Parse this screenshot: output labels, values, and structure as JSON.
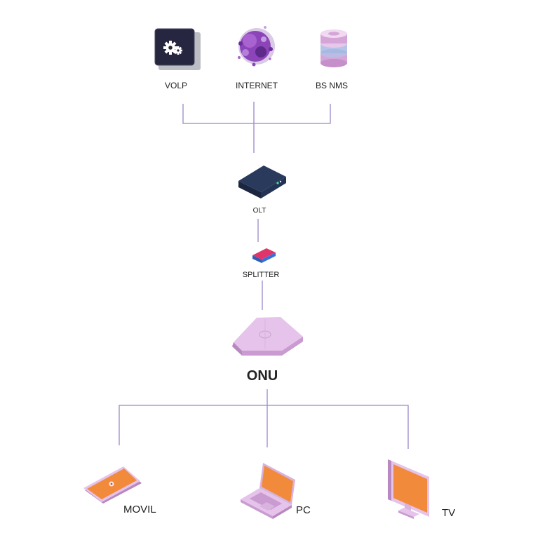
{
  "nodes": {
    "volp": {
      "label": "VOLP",
      "icon": "gear-server-icon"
    },
    "internet": {
      "label": "INTERNET",
      "icon": "globe-icon"
    },
    "bsnms": {
      "label": "BS NMS",
      "icon": "database-icon"
    },
    "olt": {
      "label": "OLT",
      "icon": "olt-device-icon"
    },
    "splitter": {
      "label": "SPLITTER",
      "icon": "splitter-device-icon"
    },
    "onu": {
      "label": "ONU",
      "icon": "onu-device-icon"
    },
    "movil": {
      "label": "MOVIL",
      "icon": "smartphone-icon"
    },
    "pc": {
      "label": "PC",
      "icon": "laptop-icon"
    },
    "tv": {
      "label": "TV",
      "icon": "tv-monitor-icon"
    }
  },
  "colors": {
    "connector": "#9b87c9",
    "device_orange": "#f28a3c",
    "device_lilac": "#e6c3ea",
    "olt_navy": "#1f2d4a",
    "splitter_pink": "#e0356a",
    "splitter_blue": "#3a6fd6",
    "globe_purple": "#8b45b8",
    "server_dark": "#262640"
  }
}
